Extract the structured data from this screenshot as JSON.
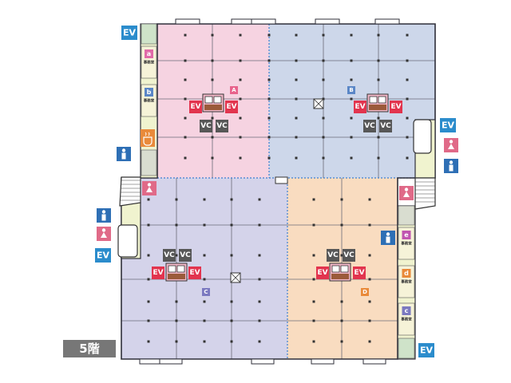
{
  "floor": {
    "label": "5階"
  },
  "zones": [
    {
      "id": "A",
      "label": "A",
      "color": "#f6d3e1",
      "badge": "#e8638c"
    },
    {
      "id": "B",
      "label": "B",
      "color": "#cdd7ea",
      "badge": "#5b87c7"
    },
    {
      "id": "C",
      "label": "C",
      "color": "#d4d3ea",
      "badge": "#7b79c0"
    },
    {
      "id": "D",
      "label": "D",
      "color": "#f9dcc0",
      "badge": "#e98a3a"
    }
  ],
  "labels": {
    "ev": "EV",
    "vc": "VC",
    "office": "事務室"
  },
  "offices": [
    {
      "letter": "a",
      "color": "#e06aa8"
    },
    {
      "letter": "b",
      "color": "#5b87c7"
    },
    {
      "letter": "e",
      "color": "#c055b0"
    },
    {
      "letter": "d",
      "color": "#e98a3a"
    },
    {
      "letter": "c",
      "color": "#7b79c0"
    }
  ],
  "colors": {
    "ev_red": "#e2344e",
    "ev_blue": "#2b8ccc",
    "vc_gray": "#575757",
    "restroom_male": "#2e6fb5",
    "restroom_female": "#e06a88",
    "corridor": "#f0f3cf"
  },
  "icons": [
    "male-restroom-icon",
    "female-restroom-icon",
    "cafe-icon",
    "stair-icon"
  ]
}
